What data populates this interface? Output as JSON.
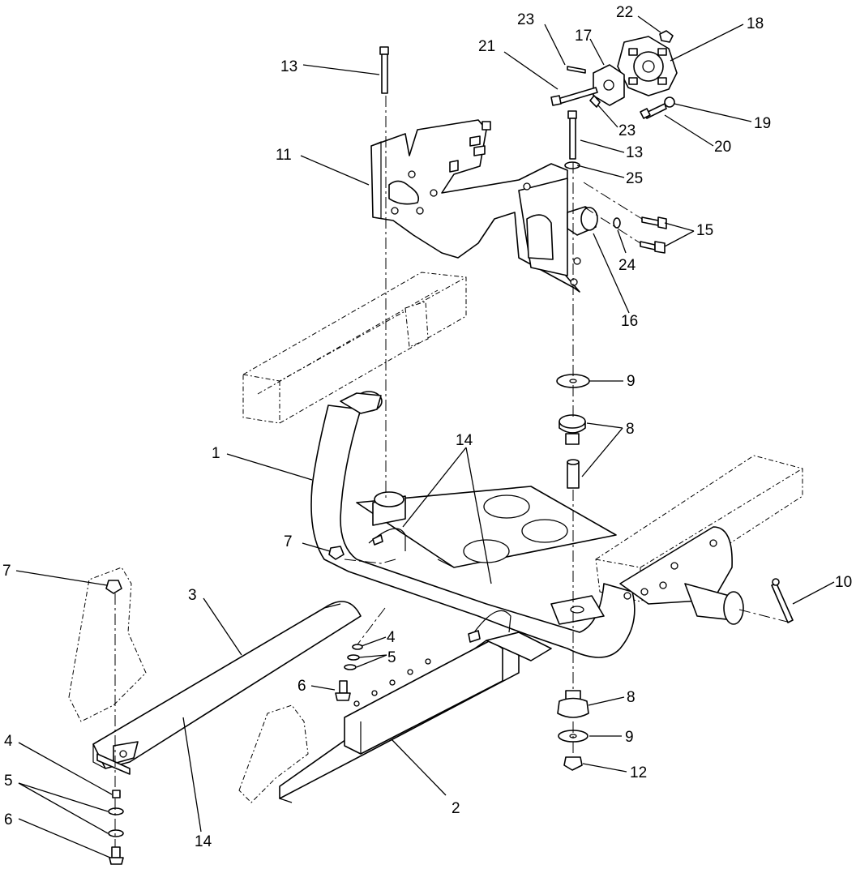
{
  "diagram": {
    "callouts": [
      {
        "id": "c13a",
        "text": "13"
      },
      {
        "id": "c23a",
        "text": "23"
      },
      {
        "id": "c22",
        "text": "22"
      },
      {
        "id": "c18",
        "text": "18"
      },
      {
        "id": "c21",
        "text": "21"
      },
      {
        "id": "c17",
        "text": "17"
      },
      {
        "id": "c23b",
        "text": "23"
      },
      {
        "id": "c19",
        "text": "19"
      },
      {
        "id": "c20",
        "text": "20"
      },
      {
        "id": "c11",
        "text": "11"
      },
      {
        "id": "c13b",
        "text": "13"
      },
      {
        "id": "c25",
        "text": "25"
      },
      {
        "id": "c15",
        "text": "15"
      },
      {
        "id": "c24",
        "text": "24"
      },
      {
        "id": "c16",
        "text": "16"
      },
      {
        "id": "c9a",
        "text": "9"
      },
      {
        "id": "c8a",
        "text": "8"
      },
      {
        "id": "c1",
        "text": "1"
      },
      {
        "id": "c14a",
        "text": "14"
      },
      {
        "id": "c7a",
        "text": "7"
      },
      {
        "id": "c7b",
        "text": "7"
      },
      {
        "id": "c10",
        "text": "10"
      },
      {
        "id": "c3",
        "text": "3"
      },
      {
        "id": "c4a",
        "text": "4"
      },
      {
        "id": "c5a",
        "text": "5"
      },
      {
        "id": "c6a",
        "text": "6"
      },
      {
        "id": "c8b",
        "text": "8"
      },
      {
        "id": "c9b",
        "text": "9"
      },
      {
        "id": "c12",
        "text": "12"
      },
      {
        "id": "c4b",
        "text": "4"
      },
      {
        "id": "c5b",
        "text": "5"
      },
      {
        "id": "c6b",
        "text": "6"
      },
      {
        "id": "c14b",
        "text": "14"
      },
      {
        "id": "c2",
        "text": "2"
      }
    ]
  }
}
